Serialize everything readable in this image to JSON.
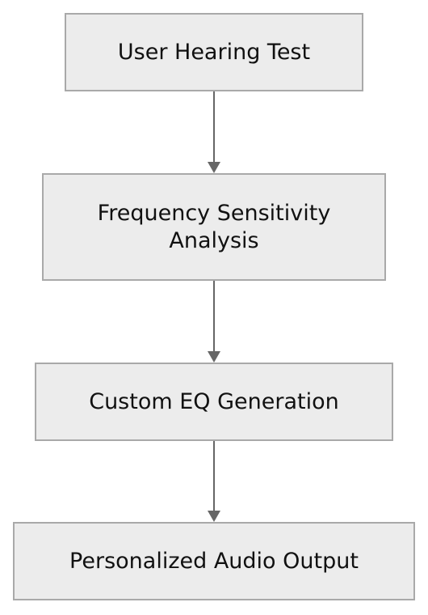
{
  "nodes": [
    {
      "lines": [
        "User Hearing Test"
      ]
    },
    {
      "lines": [
        "Frequency Sensitivity",
        "Analysis"
      ]
    },
    {
      "lines": [
        "Custom EQ Generation"
      ]
    },
    {
      "lines": [
        "Personalized Audio Output"
      ]
    }
  ],
  "colors": {
    "node_fill": "#ececec",
    "node_border": "#a9a9a9",
    "arrow": "#666666",
    "text": "#111111",
    "background": "#ffffff"
  }
}
